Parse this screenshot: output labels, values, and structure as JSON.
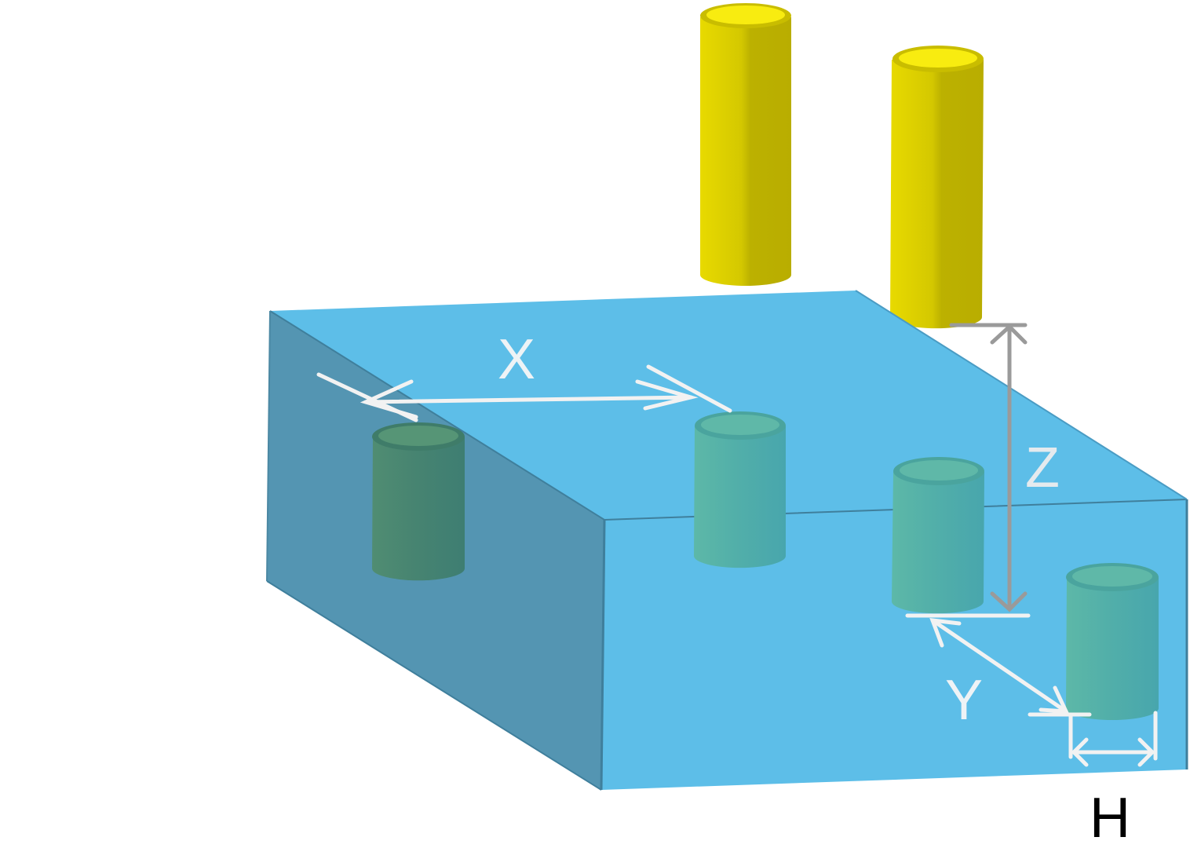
{
  "labels": {
    "x": "X",
    "y": "Y",
    "z": "Z",
    "h": "H"
  },
  "colors": {
    "block_top": "#5dbee8",
    "block_front": "#5dbee8",
    "block_side": "#5495b2",
    "block_edge": "#3f7f9c",
    "pin_yellow_light": "#e6d800",
    "pin_yellow_dark": "#bcb100",
    "pin_yellow_top": "#f8ec10",
    "pin_teal_light": "#5cb6a8",
    "pin_teal_dark": "#49a7ad",
    "pin_green_light": "#4f8c72",
    "pin_green_dark": "#3f7f72",
    "arrow_white": "#f2f2f2",
    "arrow_gray": "#9a9a9a"
  }
}
